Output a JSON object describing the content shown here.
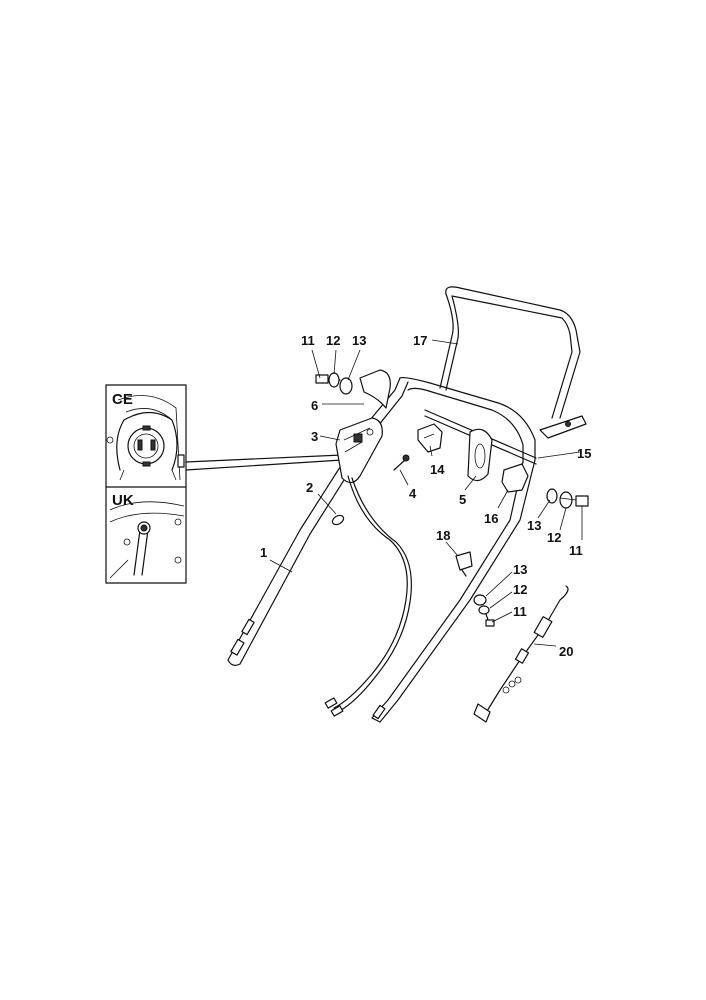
{
  "inset_labels": {
    "ce": "CE",
    "uk": "UK"
  },
  "callouts": {
    "p1": "1",
    "p2": "2",
    "p3": "3",
    "p4": "4",
    "p5": "5",
    "p6": "6",
    "p11a": "11",
    "p12a": "12",
    "p13a": "13",
    "p14": "14",
    "p15": "15",
    "p16": "16",
    "p17": "17",
    "p18": "18",
    "p13b": "13",
    "p12b": "12",
    "p11b": "11",
    "p13c": "13",
    "p12c": "12",
    "p11c": "11",
    "p20": "20"
  }
}
